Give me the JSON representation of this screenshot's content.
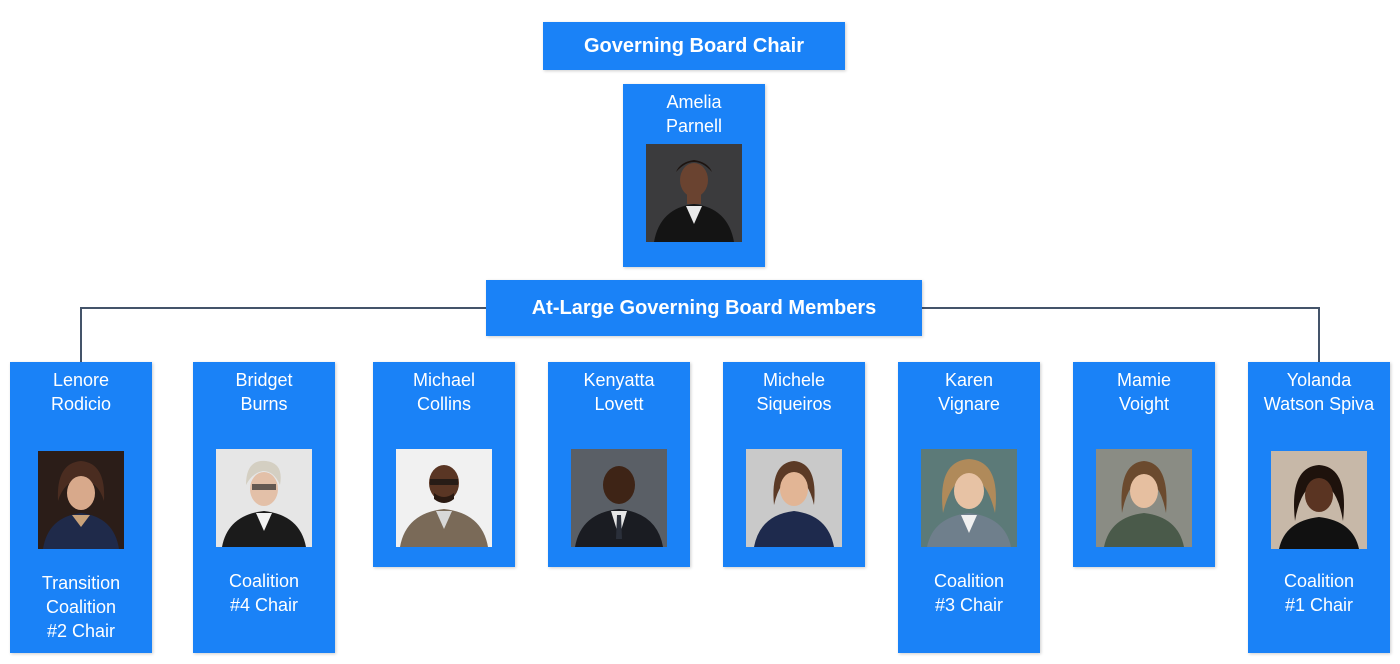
{
  "chair_section": {
    "title": "Governing Board Chair",
    "chair": {
      "name": "Amelia\nParnell",
      "photo": "headshot-photo"
    }
  },
  "members_section": {
    "title": "At-Large Governing Board Members",
    "members": [
      {
        "name": "Lenore\nRodicio",
        "role": "Transition\nCoalition\n#2 Chair",
        "photo": "headshot-photo"
      },
      {
        "name": "Bridget\nBurns",
        "role": "Coalition\n#4 Chair",
        "photo": "headshot-photo"
      },
      {
        "name": "Michael\nCollins",
        "role": "",
        "photo": "headshot-photo"
      },
      {
        "name": "Kenyatta\nLovett",
        "role": "",
        "photo": "headshot-photo"
      },
      {
        "name": "Michele\nSiqueiros",
        "role": "",
        "photo": "headshot-photo"
      },
      {
        "name": "Karen\nVignare",
        "role": "Coalition\n#3 Chair",
        "photo": "headshot-photo"
      },
      {
        "name": "Mamie\nVoight",
        "role": "",
        "photo": "headshot-photo"
      },
      {
        "name": "Yolanda\nWatson Spiva",
        "role": "Coalition\n#1 Chair",
        "photo": "headshot-photo"
      }
    ]
  },
  "colors": {
    "card_blue": "#1a82f7",
    "connector": "#44546a",
    "text": "#ffffff"
  }
}
